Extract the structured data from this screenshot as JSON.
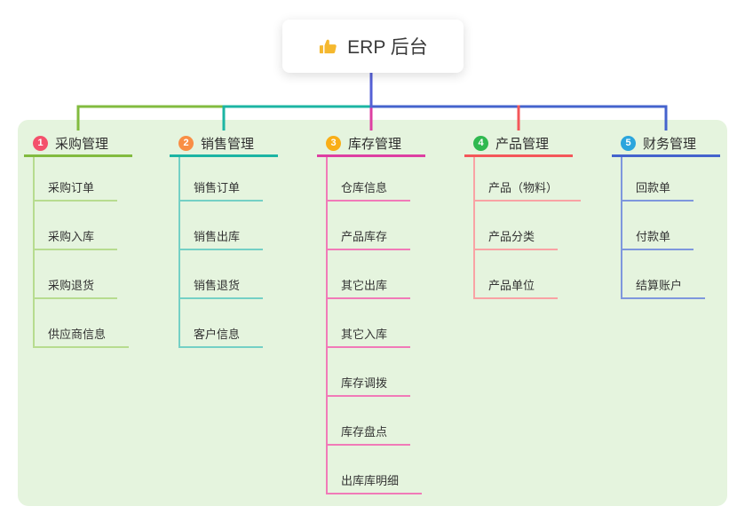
{
  "root": {
    "title": "ERP 后台",
    "icon": "thumbs-up-icon"
  },
  "colors": {
    "page_bg": "#ffffff",
    "panel_bg": "#e5f4de",
    "card_bg": "#ffffff",
    "text": "#333333",
    "root_connector": "#5560d6"
  },
  "branches": [
    {
      "number": "1",
      "title": "采购管理",
      "badge_color": "#f4516c",
      "line_color": "#82bb3f",
      "child_line_color": "#b7dc8f",
      "children": [
        "采购订单",
        "采购入库",
        "采购退货",
        "供应商信息"
      ]
    },
    {
      "number": "2",
      "title": "销售管理",
      "badge_color": "#f98e45",
      "line_color": "#1cb5a3",
      "child_line_color": "#74d0c5",
      "children": [
        "销售订单",
        "销售出库",
        "销售退货",
        "客户信息"
      ]
    },
    {
      "number": "3",
      "title": "库存管理",
      "badge_color": "#f9ae17",
      "line_color": "#dd3fa2",
      "child_line_color": "#f17ab8",
      "children": [
        "仓库信息",
        "产品库存",
        "其它出库",
        "其它入库",
        "库存调拨",
        "库存盘点",
        "出库库明细"
      ]
    },
    {
      "number": "4",
      "title": "产品管理",
      "badge_color": "#30b950",
      "line_color": "#f4575a",
      "child_line_color": "#f9a2a4",
      "children": [
        "产品（物料）",
        "产品分类",
        "产品单位"
      ]
    },
    {
      "number": "5",
      "title": "财务管理",
      "badge_color": "#2ba5dd",
      "line_color": "#4463cd",
      "child_line_color": "#7e97dd",
      "children": [
        "回款单",
        "付款单",
        "结算账户"
      ]
    }
  ]
}
